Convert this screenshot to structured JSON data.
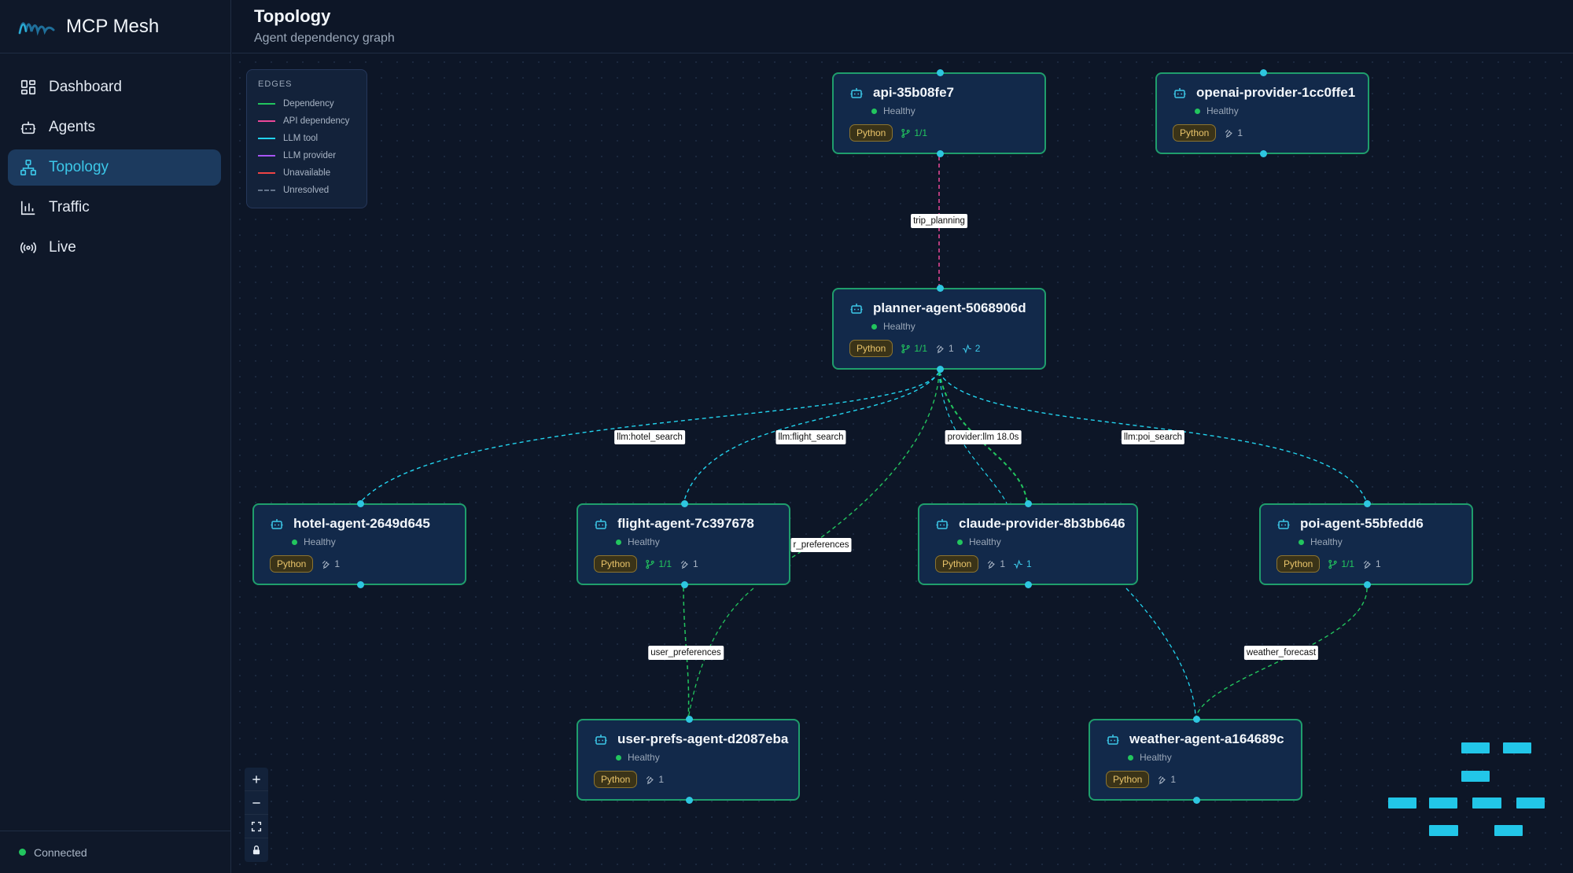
{
  "app": {
    "name": "MCP Mesh"
  },
  "nav": [
    {
      "label": "Dashboard",
      "icon": "dashboard-icon",
      "active": false
    },
    {
      "label": "Agents",
      "icon": "robot-icon",
      "active": false
    },
    {
      "label": "Topology",
      "icon": "topology-icon",
      "active": true
    },
    {
      "label": "Traffic",
      "icon": "bar-chart-icon",
      "active": false
    },
    {
      "label": "Live",
      "icon": "broadcast-icon",
      "active": false
    }
  ],
  "footer": {
    "status": "Connected"
  },
  "header": {
    "title": "Topology",
    "subtitle": "Agent dependency graph"
  },
  "legend": {
    "title": "EDGES",
    "items": [
      {
        "label": "Dependency",
        "color": "#22c55e",
        "style": "solid"
      },
      {
        "label": "API dependency",
        "color": "#ec4899",
        "style": "solid"
      },
      {
        "label": "LLM tool",
        "color": "#22d3ee",
        "style": "solid"
      },
      {
        "label": "LLM provider",
        "color": "#a855f7",
        "style": "solid"
      },
      {
        "label": "Unavailable",
        "color": "#ef4444",
        "style": "solid"
      },
      {
        "label": "Unresolved",
        "color": "#64748b",
        "style": "dashed"
      }
    ]
  },
  "nodes": [
    {
      "id": "api",
      "name": "api-35b08fe7",
      "status": "Healthy",
      "runtime": "Python",
      "deps": "1/1",
      "tools": "",
      "llm": ""
    },
    {
      "id": "openai",
      "name": "openai-provider-1cc0ffe1",
      "status": "Healthy",
      "runtime": "Python",
      "deps": "",
      "tools": "1",
      "llm": ""
    },
    {
      "id": "planner",
      "name": "planner-agent-5068906d",
      "status": "Healthy",
      "runtime": "Python",
      "deps": "1/1",
      "tools": "1",
      "llm": "2"
    },
    {
      "id": "hotel",
      "name": "hotel-agent-2649d645",
      "status": "Healthy",
      "runtime": "Python",
      "deps": "",
      "tools": "1",
      "llm": ""
    },
    {
      "id": "flight",
      "name": "flight-agent-7c397678",
      "status": "Healthy",
      "runtime": "Python",
      "deps": "1/1",
      "tools": "1",
      "llm": ""
    },
    {
      "id": "claude",
      "name": "claude-provider-8b3bb646",
      "status": "Healthy",
      "runtime": "Python",
      "deps": "",
      "tools": "1",
      "llm": "1"
    },
    {
      "id": "poi",
      "name": "poi-agent-55bfedd6",
      "status": "Healthy",
      "runtime": "Python",
      "deps": "1/1",
      "tools": "1",
      "llm": ""
    },
    {
      "id": "userprefs",
      "name": "user-prefs-agent-d2087eba",
      "status": "Healthy",
      "runtime": "Python",
      "deps": "",
      "tools": "1",
      "llm": ""
    },
    {
      "id": "weather",
      "name": "weather-agent-a164689c",
      "status": "Healthy",
      "runtime": "Python",
      "deps": "",
      "tools": "1",
      "llm": ""
    }
  ],
  "edge_labels": [
    "trip_planning",
    "llm:hotel_search",
    "llm:flight_search",
    "provider:llm 18.0s",
    "llm:poi_search",
    "r_preferences",
    "user_preferences",
    "weather_forecast"
  ],
  "colors": {
    "dependency": "#22c55e",
    "api_dependency": "#ec4899",
    "llm_tool": "#22d3ee",
    "accent": "#3cc7e8",
    "node_border": "#1f9e6c",
    "runtime_badge": "#e9c46a"
  },
  "zoom_controls": [
    {
      "icon": "zoom-in-icon"
    },
    {
      "icon": "zoom-out-icon"
    },
    {
      "icon": "fit-view-icon"
    },
    {
      "icon": "lock-icon"
    }
  ]
}
